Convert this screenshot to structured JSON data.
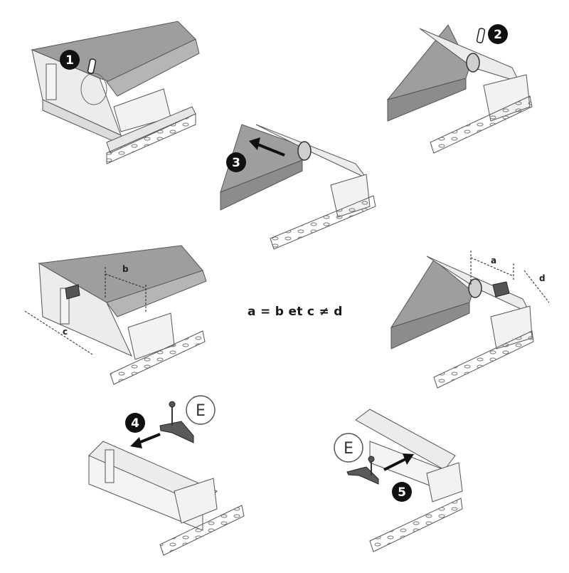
{
  "steps": {
    "s1": "1",
    "s2": "2",
    "s3": "3",
    "s4": "4",
    "s5": "5"
  },
  "dimensions": {
    "a": "a",
    "b": "b",
    "c": "c",
    "d": "d"
  },
  "part_label": "E",
  "equation": "a = b et c  ≠ d",
  "colors": {
    "badge": "#111111",
    "cover": "#a3a3a3",
    "cover_dark": "#8c8c8c",
    "frame": "#eeeeee",
    "line": "#555555"
  }
}
